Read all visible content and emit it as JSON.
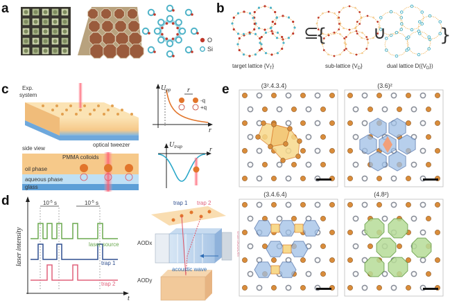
{
  "figure": {
    "panel_a": {
      "label": "a",
      "legend_o": "O",
      "legend_si": "Si"
    },
    "panel_b": {
      "label": "b",
      "target_label": "target lattice {V",
      "target_sub": "T",
      "target_close": "}",
      "sub_label": "sub-lattice {V",
      "sub_sub": "D",
      "sub_close": "}",
      "dual_label": "dual lattice D({V",
      "dual_sub": "D",
      "dual_close": "})",
      "subset_symbol": "⊆",
      "open_brace": "{",
      "union_symbol": "∪",
      "close_brace": "}"
    },
    "panel_c": {
      "label": "c",
      "exp_system": "Exp.",
      "exp_system2": "system",
      "side_view": "side view",
      "pmma": "PMMA colloids",
      "tweezer": "optical tweezer",
      "oil": "oil phase",
      "aqueous": "aqueous phase",
      "glass": "glass",
      "upp": "U",
      "upp_sub": "pp",
      "r_axis": "r",
      "r_label": "r",
      "minus_q": "-q",
      "plus_q": "+q",
      "utrap": "U",
      "utrap_sub": "trap",
      "r_axis2": "r"
    },
    "panel_d": {
      "label": "d",
      "period1": "10",
      "period1_exp": "-5",
      "period1_unit": " s",
      "period2": "10",
      "period2_exp": "-5",
      "period2_unit": " s",
      "laser_source": "laser source",
      "trap1": "trap 1",
      "trap2": "trap 2",
      "ylabel": "laser intensity",
      "t_axis": "t",
      "trap1_top": "trap 1",
      "trap2_top": "trap 2",
      "aodx": "AODx",
      "aody": "AODy",
      "acoustic": "acoustic wave",
      "transducer": "transducer"
    },
    "panel_e": {
      "label": "e",
      "tilings": [
        "(3².4.3.4)",
        "(3.6)²",
        "(3.4.6.4)",
        "(4.8²)"
      ]
    },
    "colors": {
      "oxygen": "#c0392b",
      "silicon": "#4fb3c8",
      "orange_particle": "#d98c3a",
      "grey_particle": "#8a8f99",
      "blue_fill": "#9fc0e6",
      "yellow_fill": "#f7d98c",
      "green_fill": "#b7dc98",
      "green_trace": "#6aa84f",
      "blue_trace": "#2f4f8f",
      "pink_trace": "#e0607a"
    }
  }
}
